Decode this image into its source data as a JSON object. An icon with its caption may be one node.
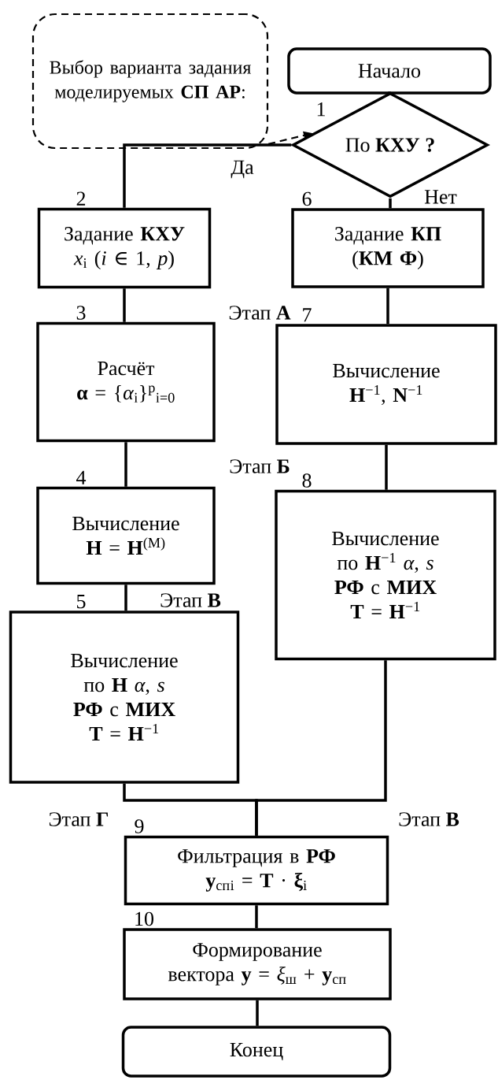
{
  "diagram": {
    "nodes": [
      {
        "text": [
          "Выбор варианта задания моделируемых **СП АР**:"
        ]
      },
      {
        "text": [
          "Начало"
        ]
      },
      {
        "text": [
          "По **КХУ ?**"
        ],
        "beside": [
          "1"
        ]
      },
      {
        "text": [
          "Задание **КХУ**",
          "*x*$_{i}$  (*i* ∈ 1, *p*)"
        ],
        "beside": [
          "2"
        ]
      },
      {
        "text": [
          "Расчёт",
          "**α** = {*α*$_{i}$}$^{p}$$_{i=0}$"
        ],
        "beside": [
          "3"
        ]
      },
      {
        "text": [
          "Вычисление",
          "**H** = **H**$^{(M)}$"
        ],
        "beside": [
          "4"
        ]
      },
      {
        "text": [
          "Вычисление",
          "по **H**  *α*, *s*",
          "**РФ** с **МИХ**",
          "**T** = **H**$^{−1}$"
        ],
        "beside": [
          "5"
        ]
      },
      {
        "text": [
          "Задание **КП**",
          "(**КМ Ф**)"
        ],
        "beside": [
          "6"
        ]
      },
      {
        "text": [
          "Вычисление",
          "**H**$^{−1}$, **N**$^{−1}$"
        ],
        "beside": [
          "7"
        ]
      },
      {
        "text": [
          "Вычисление",
          "по **H**$^{−1}$ *α*, *s*",
          "**РФ** с **МИХ**",
          "**T** = **H**$^{−1}$"
        ],
        "beside": [
          "8"
        ]
      },
      {
        "text": [
          "Фильтрация в **РФ**",
          "**y**$_{сп}$$_{i}$ = **T** · **ξ**$_{i}$"
        ],
        "beside": [
          "9"
        ]
      },
      {
        "text": [
          "Формирование",
          "вектора **y** = *ξ*$_{ш}$ + **y**$_{сп}$"
        ],
        "beside": [
          "10"
        ]
      },
      {
        "text": [
          "Конец"
        ]
      }
    ],
    "edges": [
      {
        "from": 0,
        "to": 2,
        "arrow": "to",
        "style": "dashed"
      },
      {
        "from": 1,
        "to": 2,
        "arrow": "none"
      },
      {
        "from": 2,
        "to": 3,
        "arrow": "none",
        "label": "Да"
      },
      {
        "from": 2,
        "to": 7,
        "arrow": "none",
        "label": "Нет"
      },
      {
        "from": 3,
        "to": 4,
        "arrow": "none"
      },
      {
        "from": 4,
        "to": 5,
        "arrow": "none"
      },
      {
        "from": 5,
        "to": 6,
        "arrow": "none"
      },
      {
        "from": 7,
        "to": 8,
        "arrow": "none"
      },
      {
        "from": 8,
        "to": 9,
        "arrow": "none"
      },
      {
        "from": 6,
        "to": 10,
        "arrow": "none"
      },
      {
        "from": 9,
        "to": 10,
        "arrow": "none"
      },
      {
        "from": 10,
        "to": 11,
        "arrow": "none"
      },
      {
        "from": 11,
        "to": 12,
        "arrow": "none"
      }
    ],
    "labels": [
      "Этап **А**",
      "Этап **Б**",
      "Этап **В**",
      "Этап **Г**",
      "Этап **В**"
    ]
  }
}
